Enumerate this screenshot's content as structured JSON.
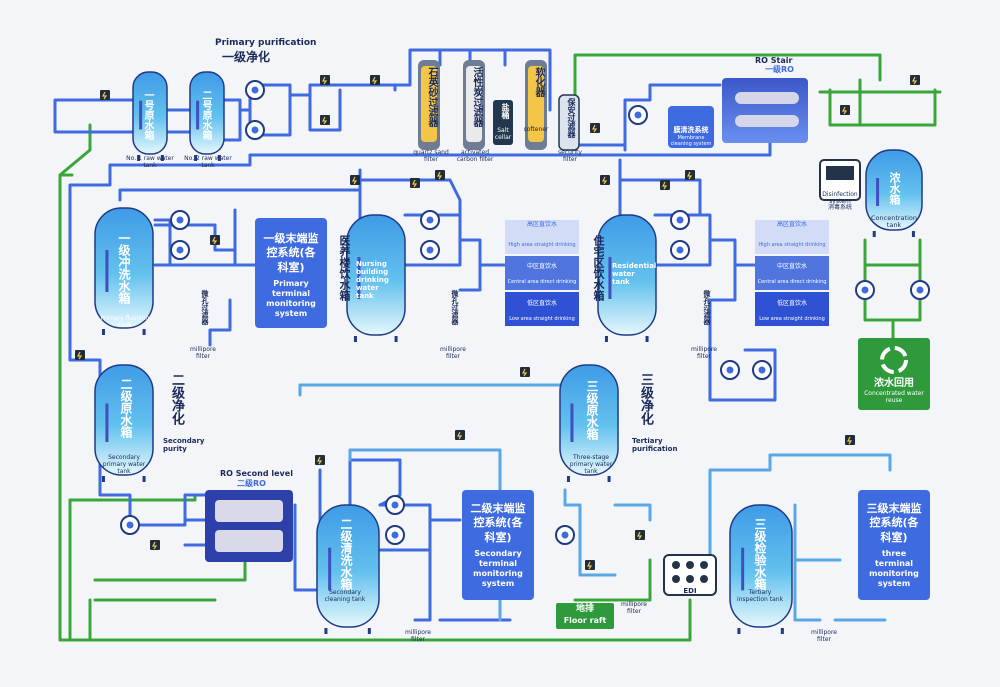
{
  "colors": {
    "pipe_blue": "#3f6be0",
    "pipe_light": "#5aa7e6",
    "pipe_green": "#3aa63a",
    "tank_top": "#4aa3e8",
    "tank_bottom": "#dff4fb",
    "panel": "#3f6be0",
    "reuse": "#2f9a3c",
    "valve_orange": "#f08c3a"
  },
  "headers": {
    "primary_en": "Primary purification",
    "primary_cn": "一级净化",
    "ro_stair": "RO Stair",
    "ro_stair_cn": "一级RO",
    "ro_second": "RO Second level",
    "ro_second_cn": "二级RO",
    "secondary_cn": "二级净化",
    "secondary_en": "Secondary purity",
    "tertiary_cn": "三级净化",
    "tertiary_en": "Tertiary purification"
  },
  "tanks": {
    "raw1_cn": "一号原水箱",
    "raw1_en": "No. 1 raw water tank",
    "raw2_cn": "二号原水箱",
    "raw2_en": "No. 2 raw water tank",
    "flush_cn": "一级冲洗水箱",
    "flush_en": "Primary flushing tank",
    "nursing_cn": "医养楼饮水箱",
    "nursing_en": "Nursing building drinking water tank",
    "residential_cn": "住宅区饮水箱",
    "residential_en": "Residential water tank",
    "concentration_cn": "浓水箱",
    "concentration_en": "Concentration tank",
    "sec_primary_cn": "二级原水箱",
    "sec_primary_en": "Secondary primary water tank",
    "sec_clean_cn": "二级清洗水箱",
    "sec_clean_en": "Secondary cleaning tank",
    "three_primary_cn": "三级原水箱",
    "three_primary_en": "Three-stage primary water tank",
    "inspection_cn": "三级检验水箱",
    "inspection_en": "Tertiary inspection tank"
  },
  "filters": {
    "quartz_cn": "石英砂过滤器",
    "quartz_en": "quartz sand filter",
    "carbon_cn": "活性炭过滤器",
    "carbon_en": "activated carbon filter",
    "salt_cn": "盐桶",
    "salt_en": "Salt cellar",
    "softener_cn": "软化器",
    "softener_en": "softener",
    "security_cn": "保安过滤器",
    "security_en": "security filter",
    "membrane_cn": "膜清洗系统",
    "membrane_en": "Membrane cleaning system",
    "disinfection_en": "Disinfection system",
    "disinfection_cn": "消毒系统",
    "millipore_cn": "微孔过滤器",
    "millipore_en": "millipore filter",
    "edi": "EDI"
  },
  "panels": {
    "p1_cn": "一级末端监控系统(各科室)",
    "p1_en": "Primary terminal monitoring system",
    "p2_cn": "二级末端监控系统(各科室)",
    "p2_en": "Secondary terminal monitoring system",
    "p3_cn": "三级末端监控系统(各科室)",
    "p3_en": "three terminal monitoring system"
  },
  "zones": {
    "high_cn": "高区直饮水",
    "high_en": "High area straight drinking",
    "central_cn": "中区直饮水",
    "central_en": "Central area direct drinking",
    "low_cn": "低区直饮水",
    "low_en": "Low area straight drinking"
  },
  "reuse": {
    "cn": "浓水回用",
    "en": "Concentrated water reuse"
  },
  "floor": {
    "cn": "地排",
    "en": "Floor raft"
  }
}
